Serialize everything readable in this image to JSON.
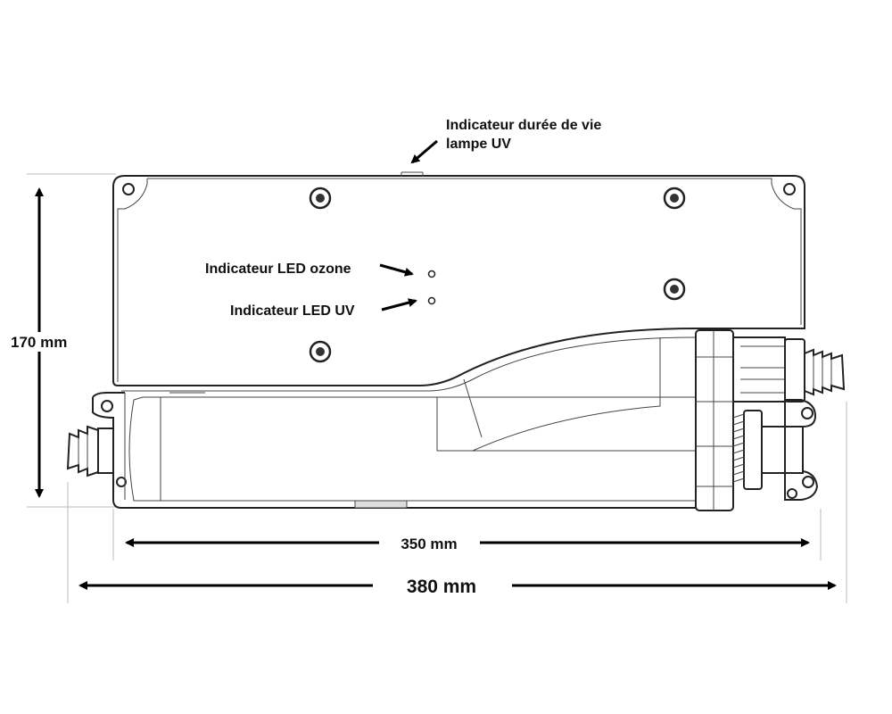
{
  "labels": {
    "uv_lamp_life_line1": "Indicateur durée de vie",
    "uv_lamp_life_line2": "lampe UV",
    "led_ozone": "Indicateur LED ozone",
    "led_uv": "Indicateur LED UV"
  },
  "dimensions": {
    "height": "170 mm",
    "inner_width": "350 mm",
    "overall_width": "380 mm"
  }
}
